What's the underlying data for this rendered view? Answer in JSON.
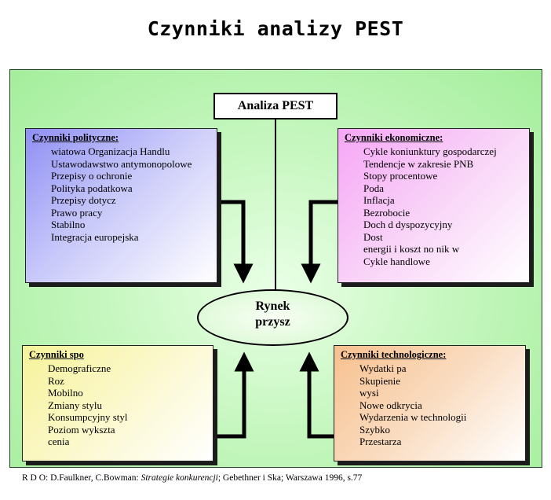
{
  "title": "Czynniki analizy PEST",
  "center_box": "Analiza PEST",
  "market": {
    "line1": "Rynek",
    "line2": "przysz"
  },
  "political": {
    "title": "Czynniki polityczne:",
    "items": [
      "wiatowa Organizacja Handlu",
      "Ustawodawstwo antymonopolowe",
      "Przepisy o ochronie",
      "Polityka podatkowa",
      "Przepisy dotycz",
      "Prawo pracy",
      "Stabilno",
      "Integracja europejska"
    ]
  },
  "economic": {
    "title": "Czynniki ekonomiczne:",
    "items": [
      "Cykle koniunktury gospodarczej",
      "Tendencje w zakresie PNB",
      "Stopy procentowe",
      "Poda",
      "Inflacja",
      "Bezrobocie",
      "Doch d dyspozycyjny",
      "Dost",
      "energii i koszt no nik w",
      "Cykle handlowe"
    ]
  },
  "social": {
    "title": "Czynniki spo",
    "items": [
      "Demograficzne",
      "Roz",
      "Mobilno",
      "Zmiany stylu",
      "Konsumpcyjny styl",
      "Poziom wykszta",
      "cenia"
    ]
  },
  "technological": {
    "title": "Czynniki technologiczne:",
    "items": [
      "Wydatki pa",
      "Skupienie",
      "wysi",
      "Nowe odkrycia",
      "Wydarzenia w technologii",
      "Szybko",
      "Przestarza"
    ]
  },
  "source": {
    "prefix": "R D O: D.Faulkner, C.Bowman: ",
    "book": "Strategie konkurencji",
    "suffix": "; Gebethner i Ska; Warszawa 1996, s.77"
  }
}
